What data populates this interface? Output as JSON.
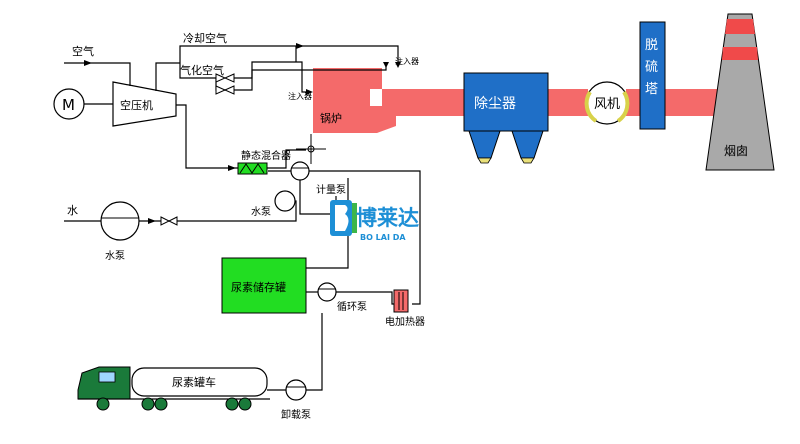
{
  "labels": {
    "air": "空气",
    "cooling_air": "冷却空气",
    "vaporize_air": "气化空气",
    "compressor": "空压机",
    "motor": "M",
    "injector_top": "注入器",
    "injector_left": "注入器",
    "boiler": "锅炉",
    "dust_collector": "除尘器",
    "fan": "风机",
    "desulfurization_tower": "脱硫塔",
    "chimney": "烟囱",
    "static_mixer": "静态混合器",
    "metering_pump": "计量泵",
    "water": "水",
    "water_pump_left": "水泵",
    "water_pump_right": "水泵",
    "storage_tank": "尿素储存罐",
    "circulation_pump": "循环泵",
    "electric_heater": "电加热器",
    "tanker_truck": "尿素罐车",
    "unloading_pump": "卸载泵"
  },
  "logo": {
    "text_cn": "博莱达",
    "text_en": "BO LAI DA"
  },
  "colors": {
    "flue": "#f46a6a",
    "equipment_blue": "#1f6fc7",
    "tank_green": "#22dd22",
    "mixer_green": "#22dd22",
    "chimney_gray": "#a9a9a9",
    "chimney_band": "#f04a4a",
    "truck_green": "#1a7a3a",
    "logo_blue": "#1d8fd6",
    "logo_green": "#3cb54a"
  }
}
